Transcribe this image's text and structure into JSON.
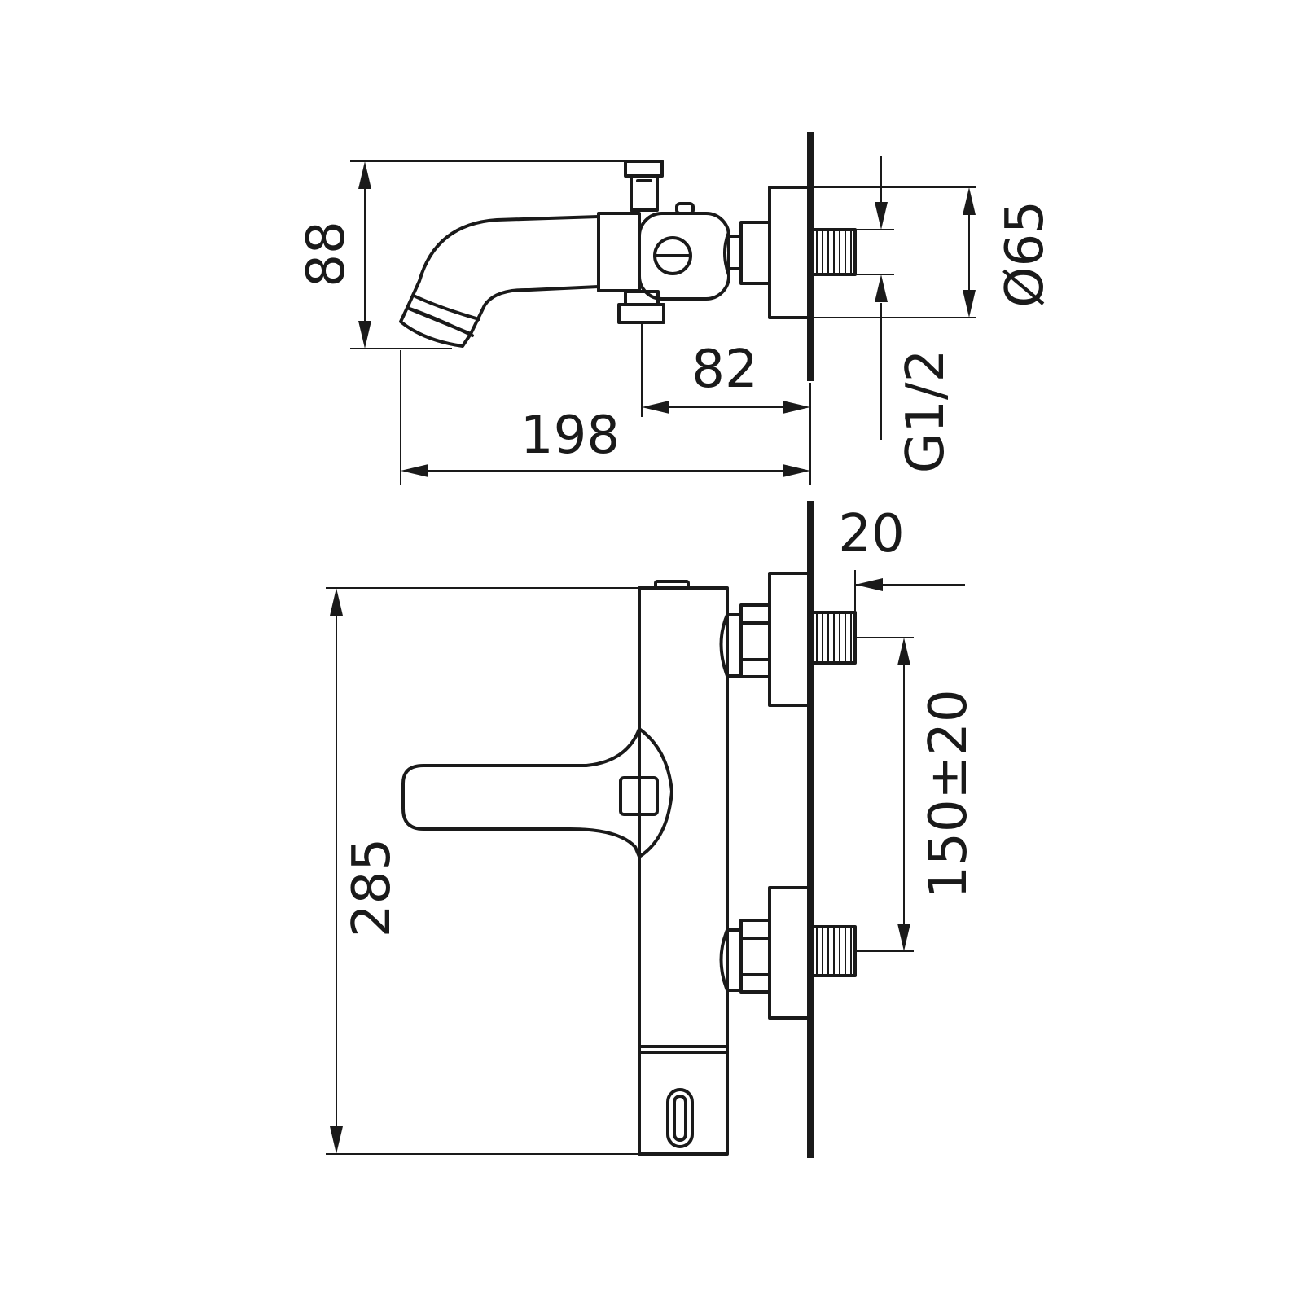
{
  "colors": {
    "line": "#1a1a1a",
    "background": "#ffffff"
  },
  "dimensions": {
    "top_height": "88",
    "diameter": "Ø65",
    "spout_offset": "82",
    "overall_projection": "198",
    "thread": "G1/2",
    "wall_depth": "20",
    "inlet_spacing": "150±20",
    "overall_height": "285"
  }
}
